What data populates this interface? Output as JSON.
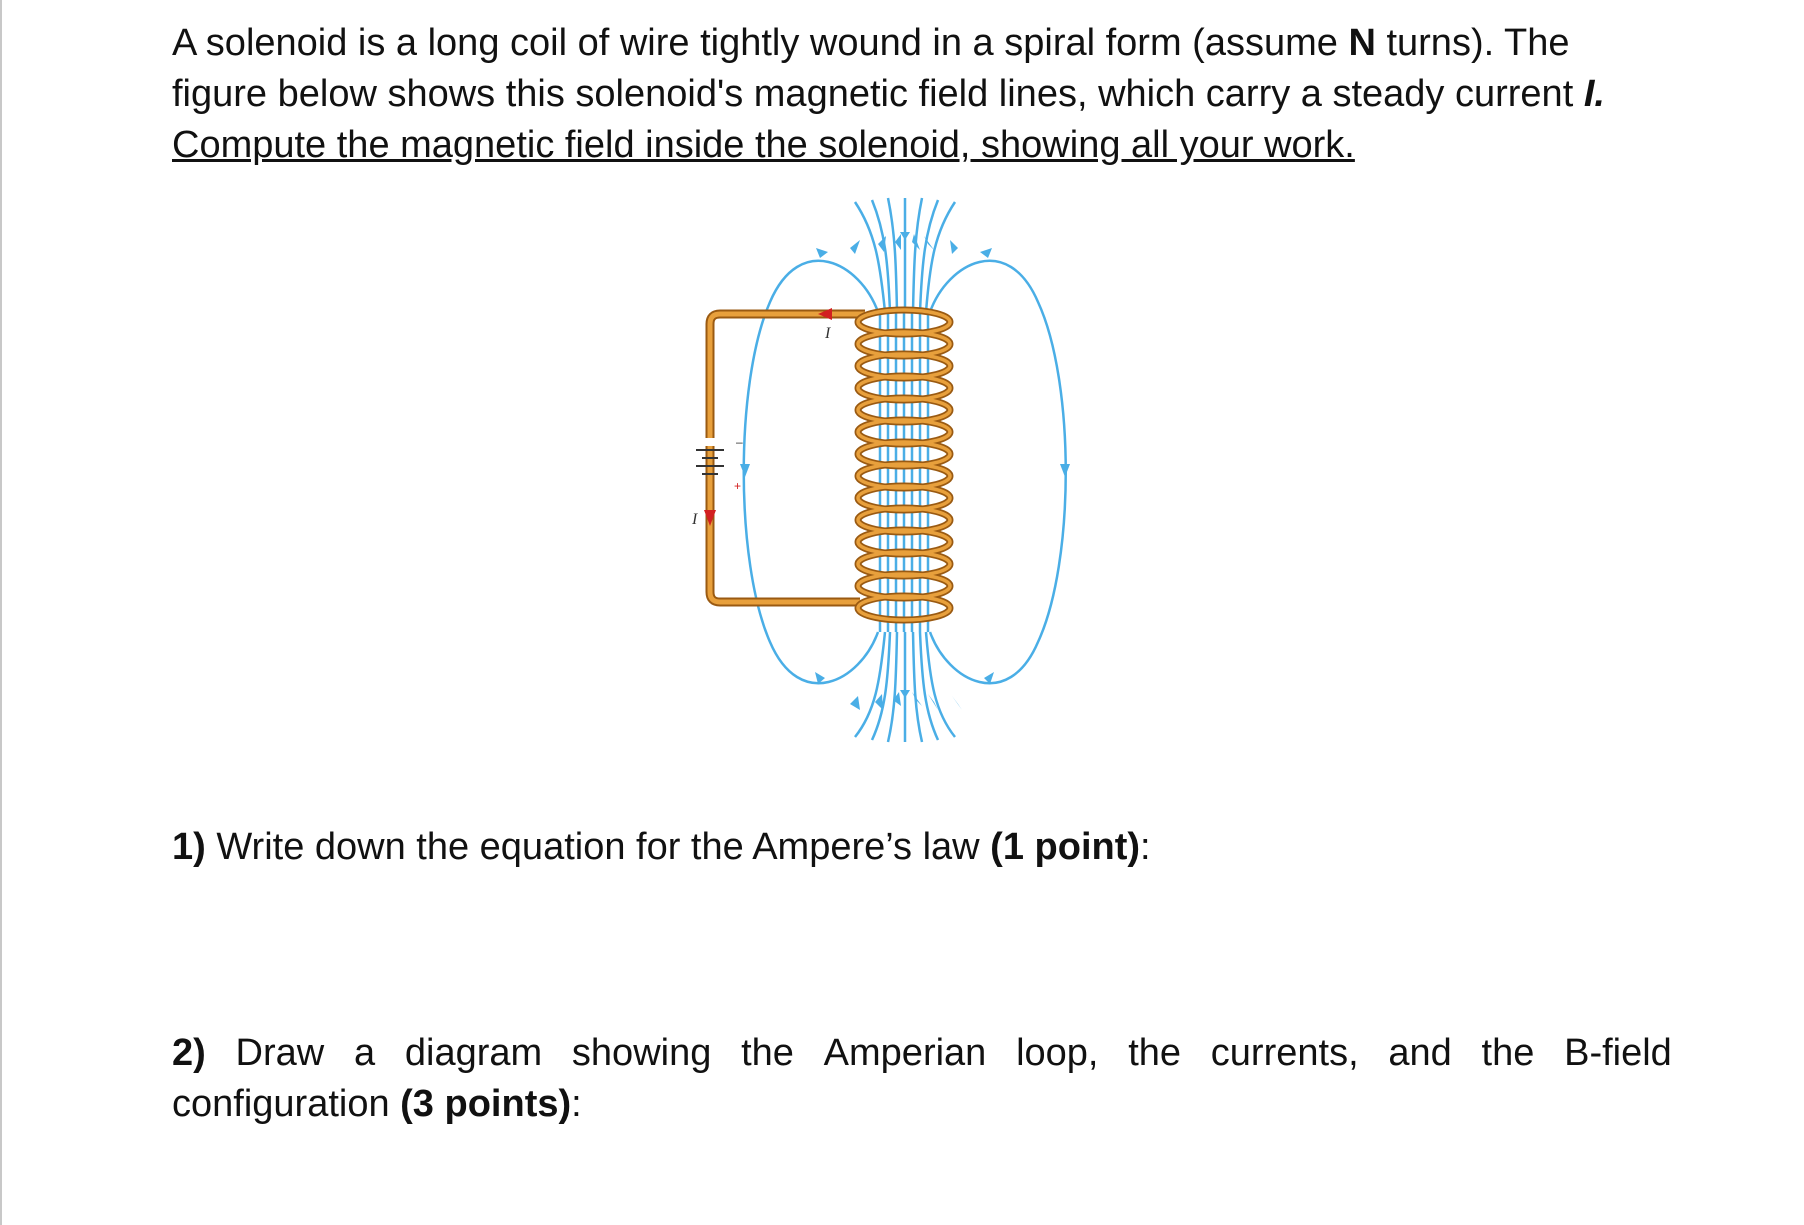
{
  "intro": {
    "line1_a": "A solenoid is a long coil of wire tightly wound in a spiral form (assume ",
    "line1_N": "N",
    "line1_b": " turns). The",
    "line2_a": "figure below shows this solenoid's magnetic field lines, which carry a steady current ",
    "line2_I": "I.",
    "line3": "Compute the magnetic field inside the solenoid, showing all your work."
  },
  "figure": {
    "current_label_top": "I",
    "current_label_bottom": "I",
    "battery_minus": "–",
    "battery_plus": "+",
    "colors": {
      "field_line": "#4aaee6",
      "wire": "#d98a2b",
      "wire_dark": "#9a5a12",
      "arrow_red": "#d22020"
    }
  },
  "questions": {
    "q1_num": "1)",
    "q1_text": " Write down the equation for the Ampere’s law ",
    "q1_points": "(1 point)",
    "q1_end": ":",
    "q2_num": "2)",
    "q2_text_line1_words": [
      "Draw",
      "a",
      "diagram",
      "showing",
      "the",
      "Amperian",
      "loop,",
      "the",
      "currents,",
      "and",
      "the",
      "B-field"
    ],
    "q2_text_line2": "configuration ",
    "q2_points": "(3 points)",
    "q2_end": ":"
  }
}
